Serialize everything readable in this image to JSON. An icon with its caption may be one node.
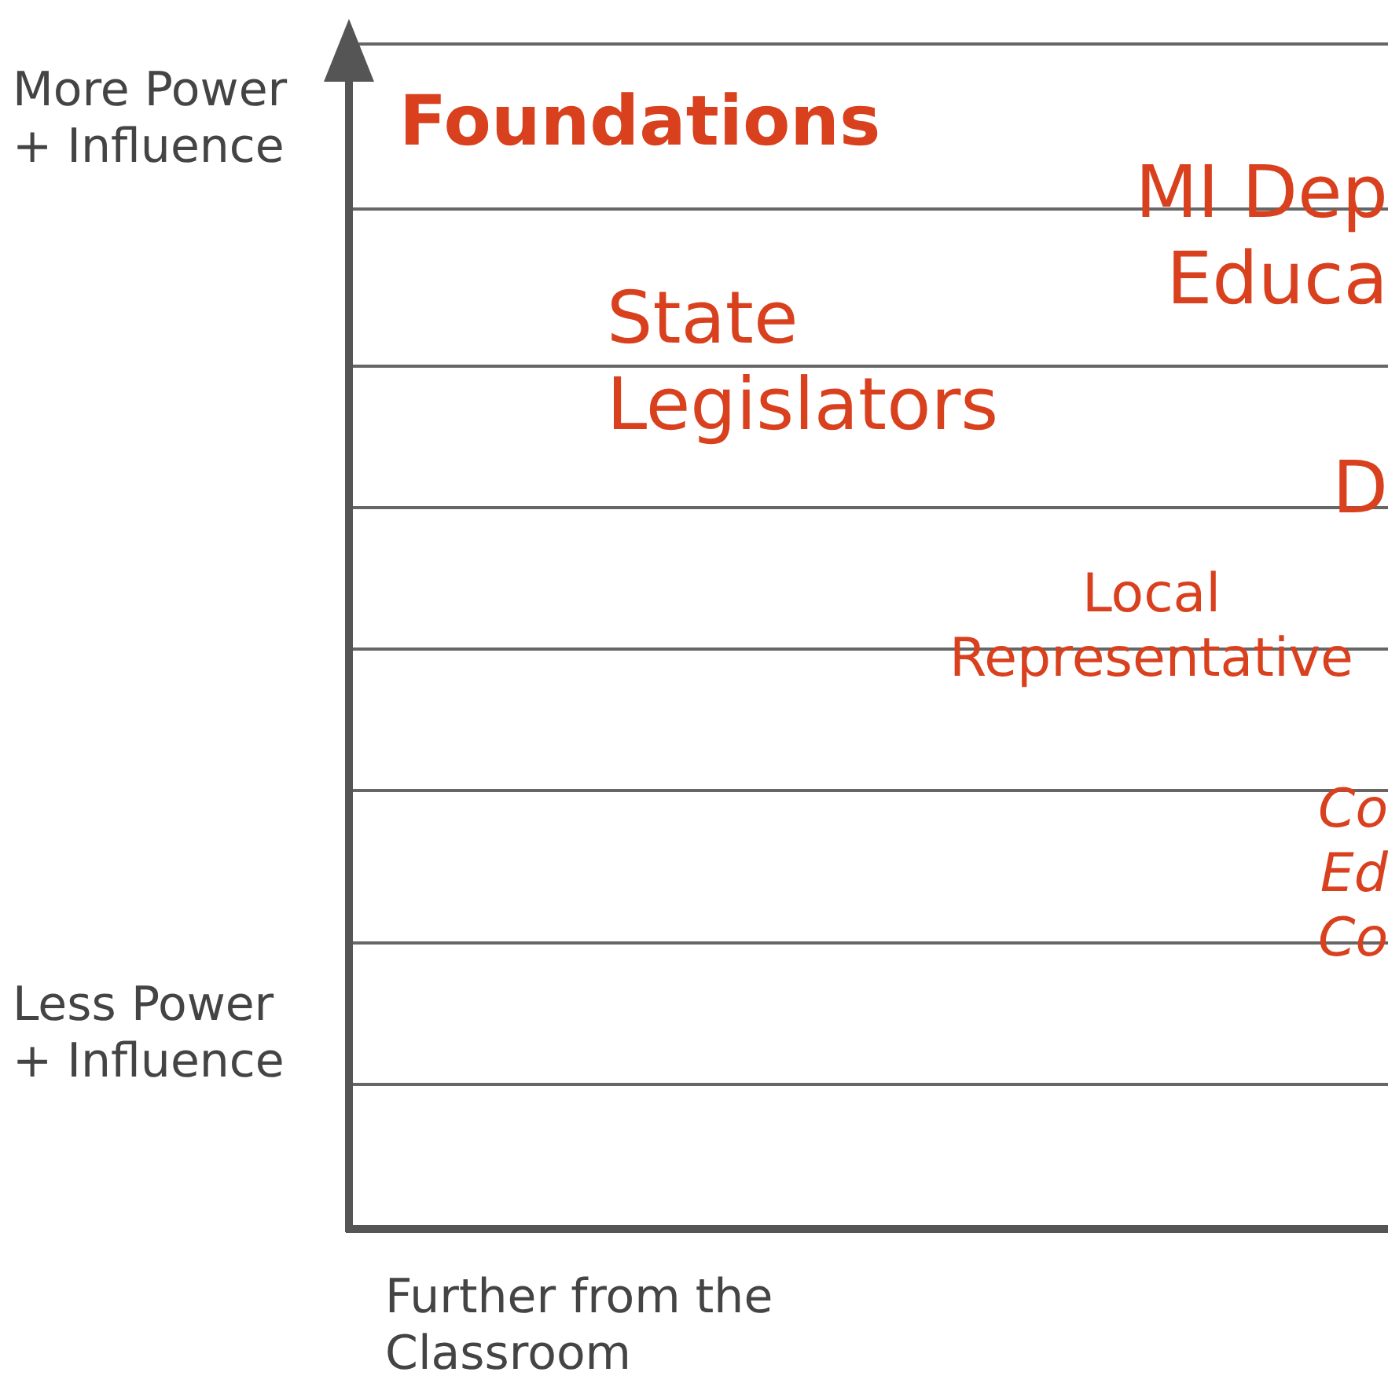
{
  "diagram": {
    "labels": [
      "More Power + Influence",
      "Foundations",
      "MI Dep Educa",
      "State Legislators",
      "D",
      "Local Representative",
      "Co Ed Co",
      "Less Power + Influence",
      "Further from the Classroom"
    ]
  }
}
